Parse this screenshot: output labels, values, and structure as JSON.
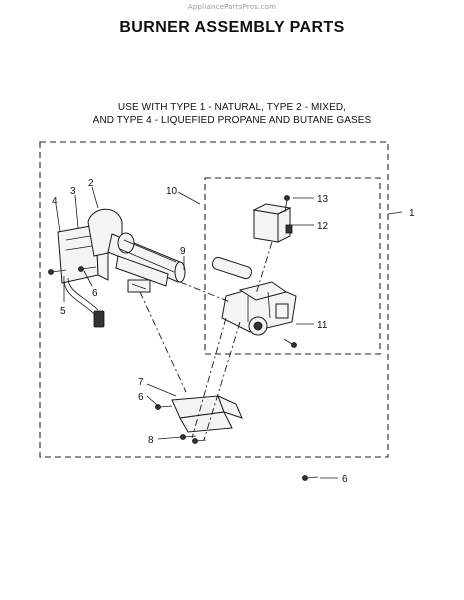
{
  "watermark": "AppliancePartsPros.com",
  "title": "BURNER ASSEMBLY PARTS",
  "subtitle_line1": "USE WITH TYPE 1 - NATURAL, TYPE 2 - MIXED,",
  "subtitle_line2": "AND TYPE 4 - LIQUEFIED PROPANE AND BUTANE GASES",
  "callouts": {
    "c1": "1",
    "c2": "2",
    "c3": "3",
    "c4": "4",
    "c5": "5",
    "c6a": "6",
    "c6b": "6",
    "c6c": "6",
    "c7": "7",
    "c8": "8",
    "c9": "9",
    "c10": "10",
    "c11": "11",
    "c12": "12",
    "c13": "13"
  }
}
